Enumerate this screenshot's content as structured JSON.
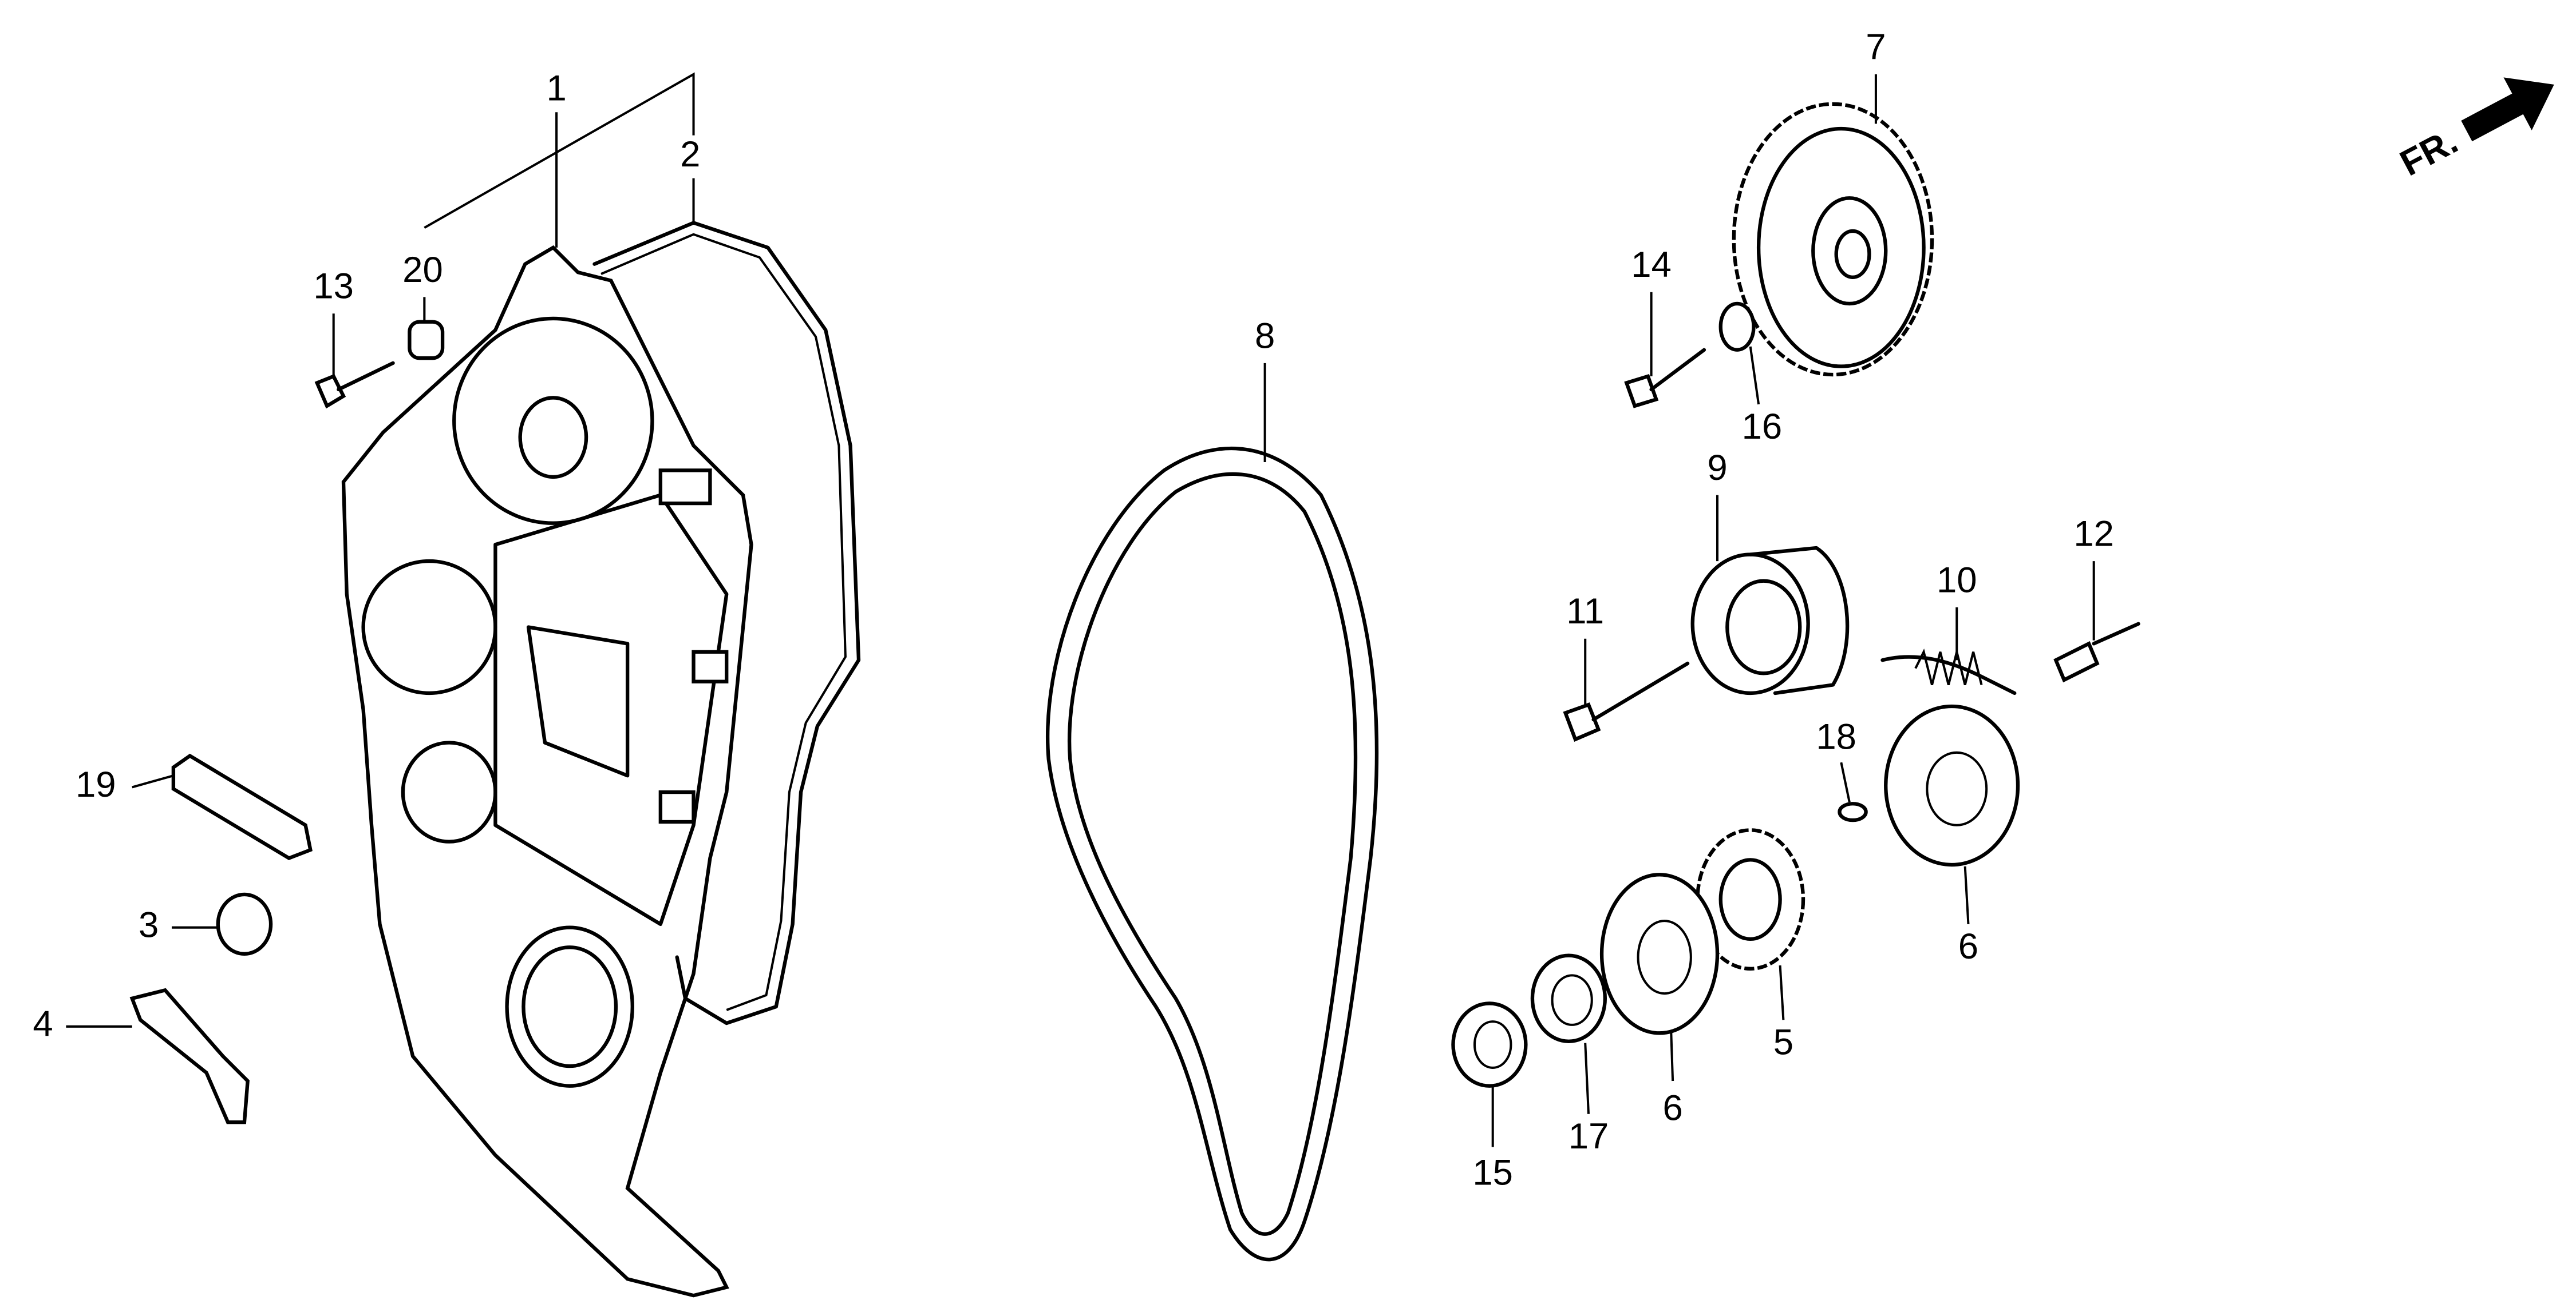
{
  "diagram": {
    "title": "Timing belt parts diagram",
    "direction_indicator": "FR.",
    "callouts": {
      "c1": "1",
      "c2": "2",
      "c3": "3",
      "c4": "4",
      "c5": "5",
      "c6a": "6",
      "c6b": "6",
      "c7": "7",
      "c8": "8",
      "c9": "9",
      "c10": "10",
      "c11": "11",
      "c12": "12",
      "c13": "13",
      "c14": "14",
      "c15": "15",
      "c16": "16",
      "c17": "17",
      "c18": "18",
      "c19": "19",
      "c20": "20"
    }
  }
}
